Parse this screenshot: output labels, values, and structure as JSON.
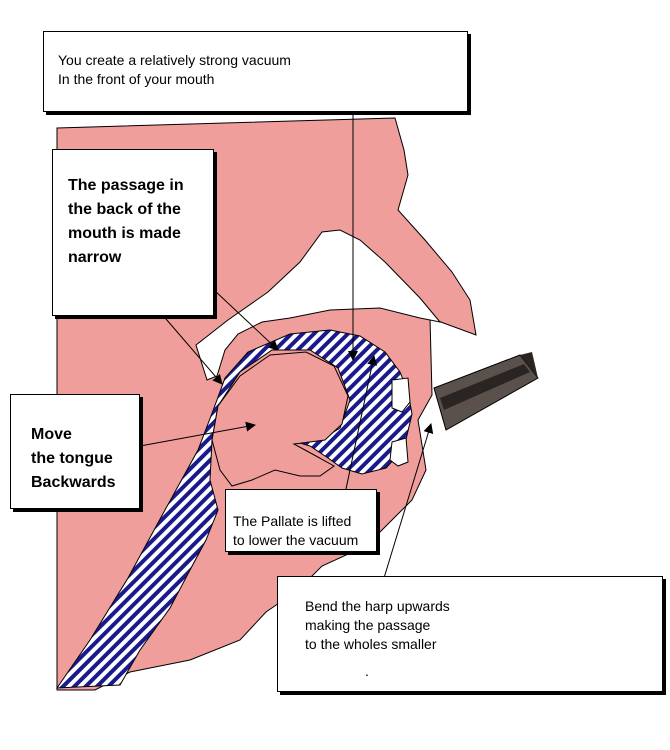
{
  "colors": {
    "flesh": "#ef9e9b",
    "airway_stripe": "#1a1a8c",
    "outline": "#000000",
    "harp": "#5a504c",
    "harp_dark": "#2a2422"
  },
  "callouts": {
    "vacuum": {
      "line1": "You create a relatively strong vacuum",
      "line2": "In the front of your mouth"
    },
    "passage": {
      "line1": "The passage in",
      "line2": "the back of the",
      "line3": "mouth is made",
      "line4": "narrow"
    },
    "tongue": {
      "line1": "Move",
      "line2": "the tongue",
      "line3": "Backwards"
    },
    "pallate": {
      "line1": "The Pallate is lifted",
      "line2": "to lower the vacuum"
    },
    "harp": {
      "line1": "Bend the harp upwards",
      "line2": "making the passage",
      "line3": "to the wholes smaller",
      "line4": "."
    }
  }
}
